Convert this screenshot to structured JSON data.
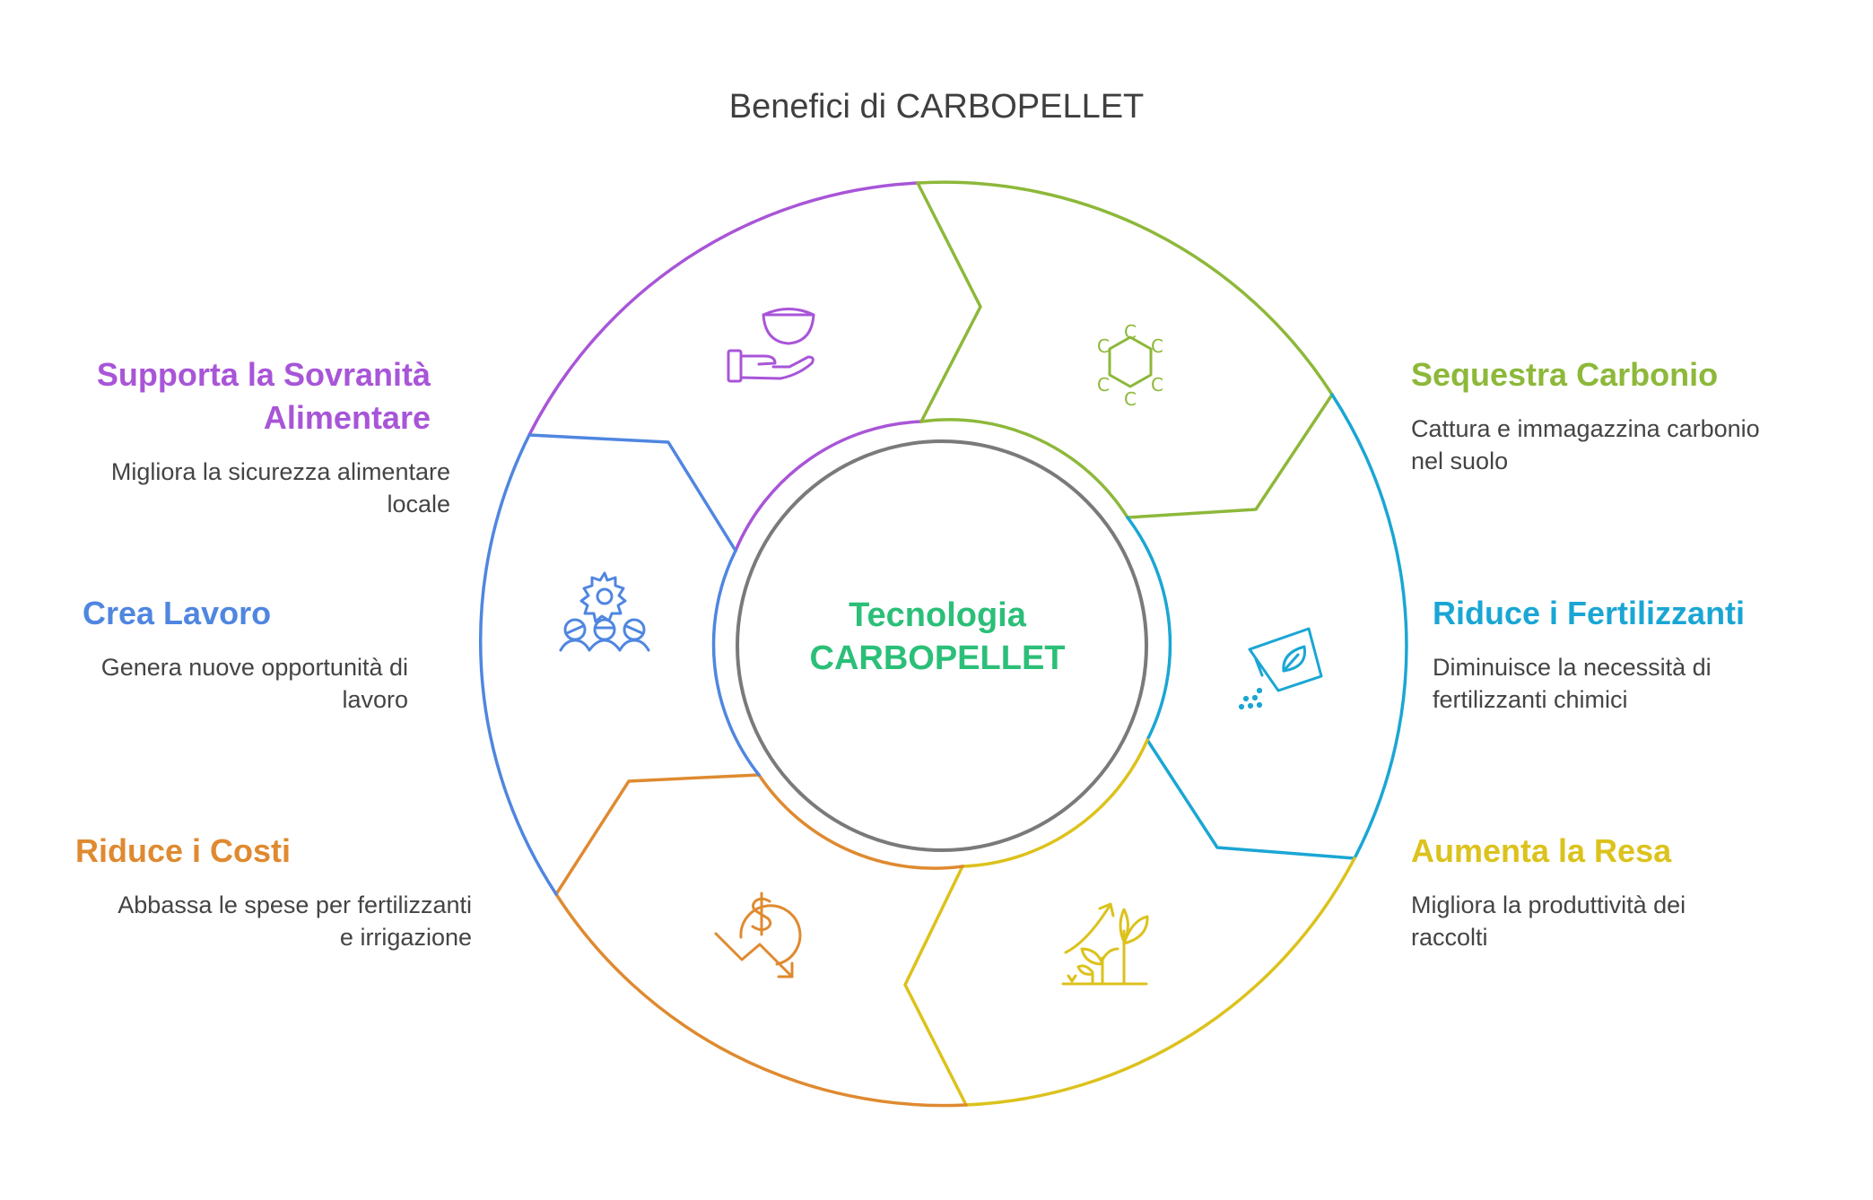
{
  "title": "Benefici di CARBOPELLET",
  "center": {
    "line1": "Tecnologia",
    "line2": "CARBOPELLET",
    "color": "#2bbf78"
  },
  "benefits": {
    "sovranita": {
      "title_line1": "Supporta la Sovranità",
      "title_line2": "Alimentare",
      "desc_line1": "Migliora la sicurezza alimentare",
      "desc_line2": "locale",
      "color": "#a855d8",
      "icon": "hand-holding-bowl-icon"
    },
    "carbonio": {
      "title": "Sequestra Carbonio",
      "desc_line1": "Cattura e immagazzina carbonio",
      "desc_line2": "nel suolo",
      "color": "#8db83a",
      "icon": "carbon-ring-icon"
    },
    "fertilizzanti": {
      "title": "Riduce i Fertilizzanti",
      "desc_line1": "Diminuisce la necessità di",
      "desc_line2": "fertilizzanti chimici",
      "color": "#1aa6d4",
      "icon": "fertilizer-bag-icon"
    },
    "resa": {
      "title": "Aumenta la Resa",
      "desc_line1": "Migliora la produttività dei",
      "desc_line2": "raccolti",
      "color": "#dcc21c",
      "icon": "growing-plants-icon"
    },
    "costi": {
      "title": "Riduce i Costi",
      "desc_line1": "Abbassa le spese per fertilizzanti",
      "desc_line2": "e irrigazione",
      "color": "#df8a30",
      "icon": "cost-decrease-icon"
    },
    "lavoro": {
      "title": "Crea Lavoro",
      "desc_line1": "Genera nuove opportunità di",
      "desc_line2": "lavoro",
      "color": "#4f86e0",
      "icon": "team-gear-icon"
    }
  },
  "hub_ring_color": "#7a7a7a"
}
